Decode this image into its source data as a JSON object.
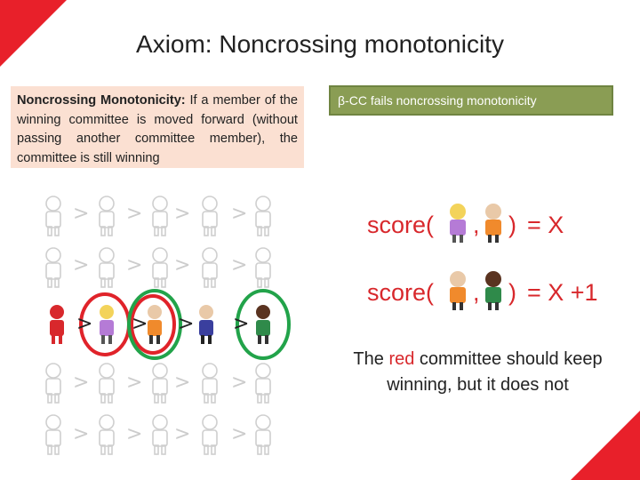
{
  "slide": {
    "title": "Axiom: Noncrossing monotonicity",
    "definition": {
      "term": "Noncrossing Monotonicity:",
      "text": " If a member of the winning committee is moved forward (without passing another committee member), the committee is still winning"
    },
    "callout": "β-CC fails noncrossing monotonicity",
    "score_lines": [
      {
        "prefix": "score(",
        "sep": ",",
        "suffix": ")",
        "result": "= X"
      },
      {
        "prefix": "score(",
        "sep": ",",
        "suffix": ")",
        "result": "= X +1"
      }
    ],
    "conclusion": {
      "part1": "The ",
      "highlight": "red",
      "part2": " committee should keep winning, but it does not"
    },
    "ranking_symbol": ">",
    "colors": {
      "accent_red": "#d8282c",
      "ring_red": "#e0232a",
      "ring_green": "#22a34a",
      "callout_green": "#8a9d54",
      "definition_bg": "#fbe0d2",
      "faded": "#cccccc"
    }
  }
}
